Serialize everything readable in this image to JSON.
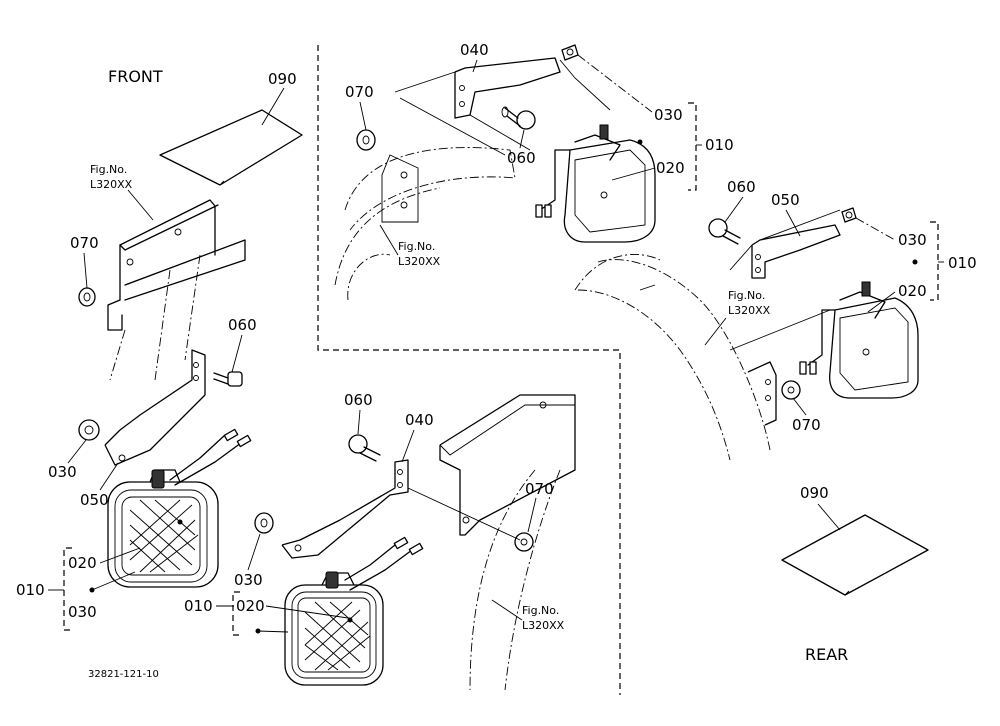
{
  "views": {
    "front": "FRONT",
    "rear": "REAR"
  },
  "part_numbers": {
    "p010": "010",
    "p020": "020",
    "p030": "030",
    "p040": "040",
    "p050": "050",
    "p060": "060",
    "p070": "070",
    "p090": "090"
  },
  "figure_reference": {
    "line1": "Fig.No.",
    "line2": "L320XX"
  },
  "drawing_number": "32821-121-10"
}
